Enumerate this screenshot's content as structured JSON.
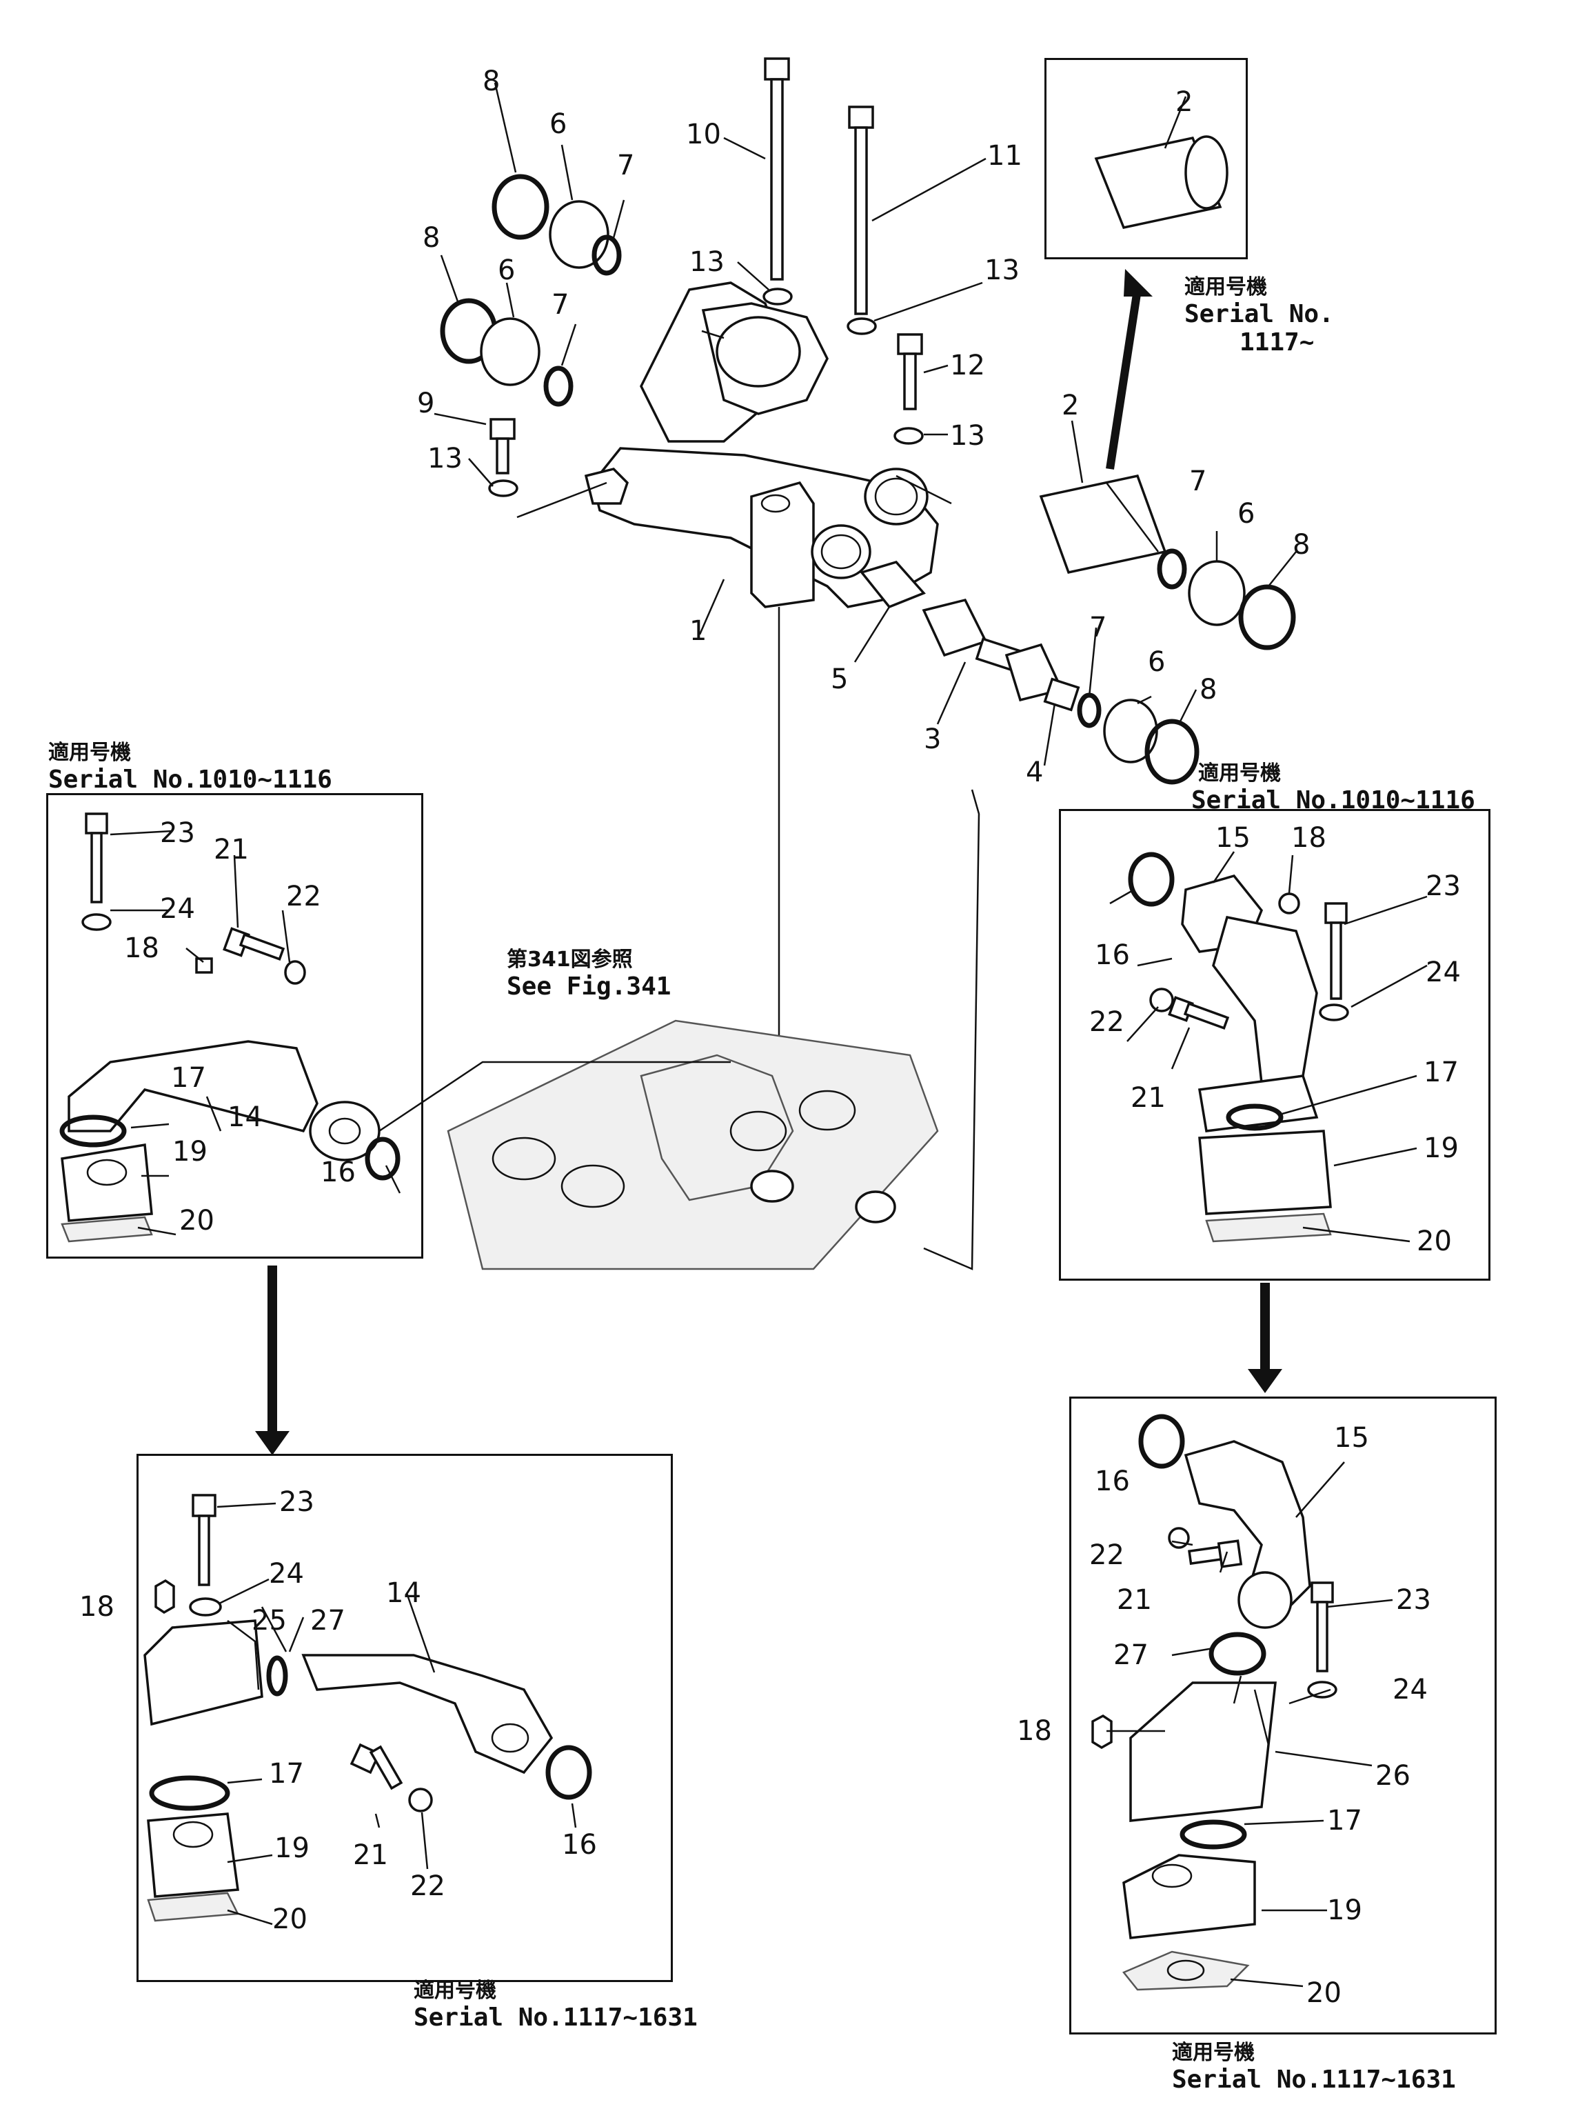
{
  "top_inset": {
    "jp": "適用号機",
    "serial": "Serial No.",
    "range": "1117~"
  },
  "left_box": {
    "jp": "適用号機",
    "serial": "Serial No.1010~1116"
  },
  "right_box": {
    "jp": "適用号機",
    "serial": "Serial No.1010~1116"
  },
  "bottom_left_box": {
    "jp": "適用号機",
    "serial": "Serial No.1117~1631"
  },
  "bottom_right_box": {
    "jp": "適用号機",
    "serial": "Serial No.1117~1631"
  },
  "reference": {
    "jp": "第341図参照",
    "en": "See Fig.341"
  },
  "callouts": {
    "c1": "1",
    "c2": "2",
    "c3": "3",
    "c4": "4",
    "c5": "5",
    "c6": "6",
    "c7": "7",
    "c8": "8",
    "c9": "9",
    "c10": "10",
    "c11": "11",
    "c12": "12",
    "c13": "13",
    "c14": "14",
    "c15": "15",
    "c16": "16",
    "c17": "17",
    "c18": "18",
    "c19": "19",
    "c20": "20",
    "c21": "21",
    "c22": "22",
    "c23": "23",
    "c24": "24",
    "c25": "25",
    "c26": "26",
    "c27": "27"
  },
  "arrows": [
    "up-arrow",
    "down-arrow-left",
    "down-arrow-right"
  ]
}
